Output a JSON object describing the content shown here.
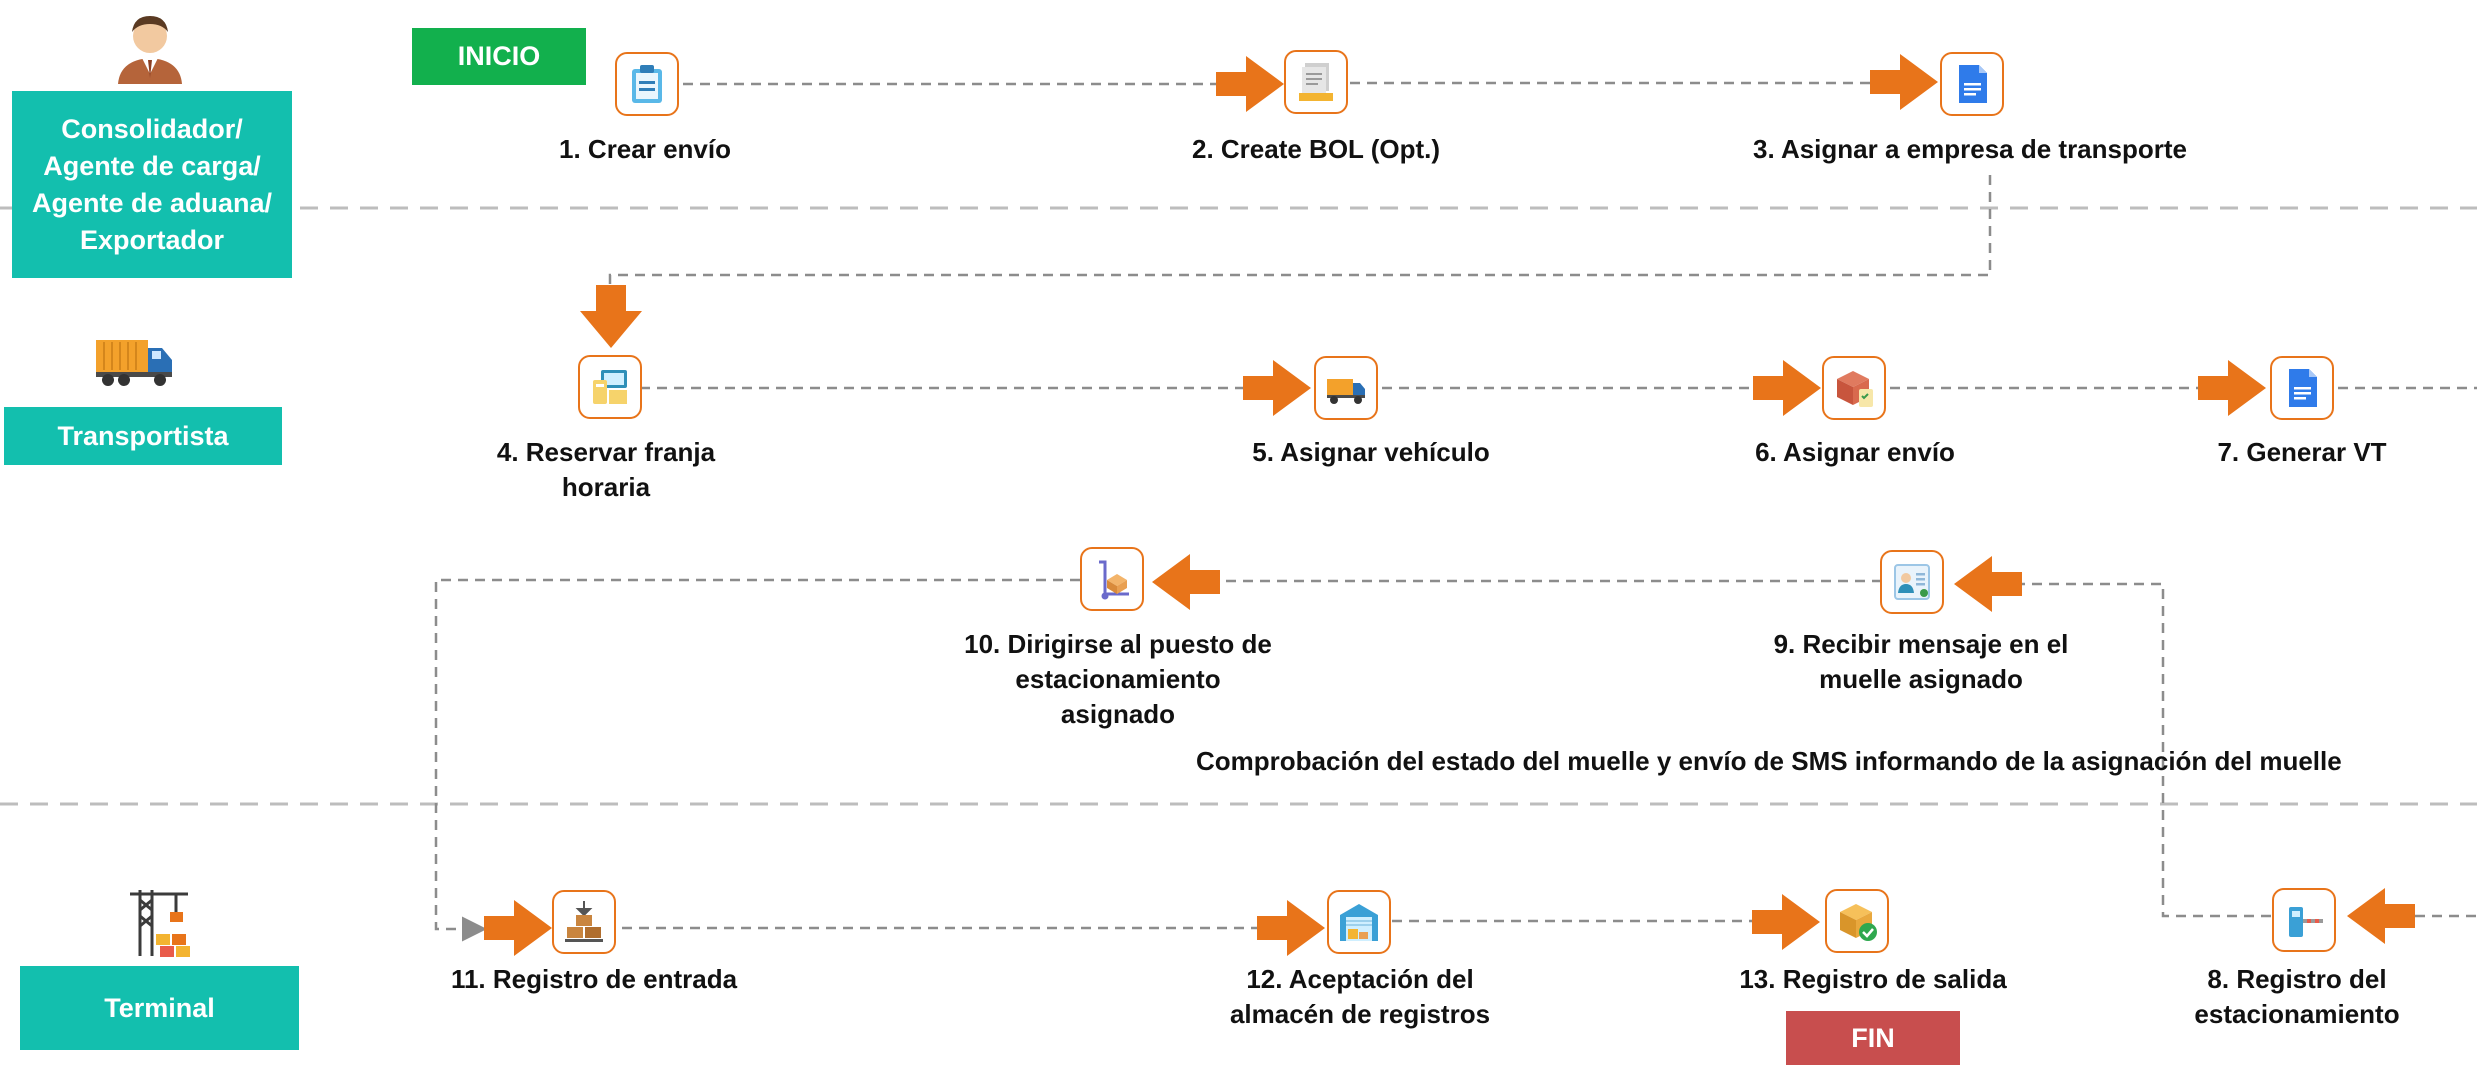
{
  "lanes": [
    {
      "id": "consolidador",
      "label_lines": [
        "Consolidador/",
        "Agente de carga/",
        "Agente de aduana/",
        "Exportador"
      ],
      "icon": "person-icon"
    },
    {
      "id": "transportista",
      "label": "Transportista",
      "icon": "truck-icon"
    },
    {
      "id": "terminal",
      "label": "Terminal",
      "icon": "crane-icon"
    }
  ],
  "badges": {
    "start": "INICIO",
    "end": "FIN"
  },
  "steps": [
    {
      "n": 1,
      "lines": [
        "1. Crear envío"
      ],
      "icon": "clipboard-icon"
    },
    {
      "n": 2,
      "lines": [
        "2. Create BOL (Opt.)"
      ],
      "icon": "document-stack-icon"
    },
    {
      "n": 3,
      "lines": [
        "3. Asignar a empresa de transporte"
      ],
      "icon": "google-doc-icon"
    },
    {
      "n": 4,
      "lines": [
        "4. Reservar franja",
        "horaria"
      ],
      "icon": "booking-terminal-icon"
    },
    {
      "n": 5,
      "lines": [
        "5. Asignar vehículo"
      ],
      "icon": "truck-icon"
    },
    {
      "n": 6,
      "lines": [
        "6. Asignar envío"
      ],
      "icon": "package-checklist-icon"
    },
    {
      "n": 7,
      "lines": [
        "7. Generar VT"
      ],
      "icon": "google-doc-icon"
    },
    {
      "n": 8,
      "lines": [
        "8. Registro del",
        "estacionamiento"
      ],
      "icon": "parking-gate-icon"
    },
    {
      "n": 9,
      "lines": [
        "9. Recibir mensaje en el",
        "muelle asignado"
      ],
      "icon": "message-card-icon"
    },
    {
      "n": 10,
      "lines": [
        "10. Dirigirse al puesto de",
        "estacionamiento",
        "asignado"
      ],
      "icon": "hand-truck-icon"
    },
    {
      "n": 11,
      "lines": [
        "11. Registro de entrada"
      ],
      "icon": "stacked-boxes-icon"
    },
    {
      "n": 12,
      "lines": [
        "12. Aceptación del",
        "almacén de registros"
      ],
      "icon": "warehouse-icon"
    },
    {
      "n": 13,
      "lines": [
        "13. Registro de salida"
      ],
      "icon": "box-check-icon"
    }
  ],
  "note": "Comprobación del estado del muelle y envío de SMS informando de la asignación del muelle",
  "colors": {
    "lane": "#13BFAE",
    "start": "#12B04D",
    "end": "#C84E4E",
    "accent": "#E8741A",
    "dash": "#8C8C8C"
  }
}
